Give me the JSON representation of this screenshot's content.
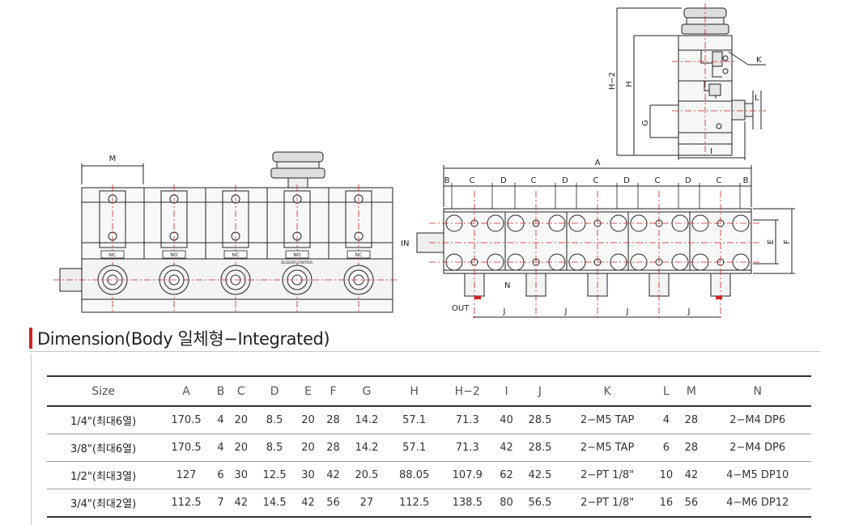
{
  "section": {
    "title": "Dimension(Body 일체형−Integrated)"
  },
  "table": {
    "headers": [
      "Size",
      "A",
      "B",
      "C",
      "D",
      "E",
      "F",
      "G",
      "H",
      "H−2",
      "I",
      "J",
      "K",
      "L",
      "M",
      "N"
    ],
    "rows": [
      [
        "1/4\"(최대6열)",
        "170.5",
        "4",
        "20",
        "8.5",
        "20",
        "28",
        "14.2",
        "57.1",
        "71.3",
        "40",
        "28.5",
        "2−M5 TAP",
        "4",
        "28",
        "2−M4 DP6"
      ],
      [
        "3/8\"(최대6열)",
        "170.5",
        "4",
        "20",
        "8.5",
        "20",
        "28",
        "14.2",
        "57.1",
        "71.3",
        "42",
        "28.5",
        "2−M5 TAP",
        "6",
        "28",
        "2−M4 DP6"
      ],
      [
        "1/2\"(최대3열)",
        "127",
        "6",
        "30",
        "12.5",
        "30",
        "42",
        "20.5",
        "88.05",
        "107.9",
        "62",
        "42.5",
        "2−PT 1/8\"",
        "10",
        "42",
        "4−M5 DP10"
      ],
      [
        "3/4\"(최대2열)",
        "112.5",
        "7",
        "42",
        "14.5",
        "42",
        "56",
        "27",
        "112.5",
        "138.5",
        "80",
        "56.5",
        "2−PT 1/8\"",
        "16",
        "56",
        "4−M6 DP12"
      ]
    ]
  },
  "drawings": {
    "side_view": {
      "labels": {
        "h2": "H−2",
        "h": "H",
        "g": "G",
        "k": "K",
        "l": "L",
        "i": "I"
      }
    },
    "front_view": {
      "labels": {
        "m": "M"
      },
      "valve_tags": [
        "NC",
        "NO",
        "NC",
        "NO",
        "NC"
      ],
      "valve_subtags": [
        "",
        "",
        "",
        "BLEEDER CONTROL",
        ""
      ]
    },
    "top_view": {
      "labels": {
        "a": "A",
        "e": "E",
        "f": "F",
        "in": "IN",
        "out": "OUT",
        "n": "N"
      },
      "pitch_labels": [
        "B",
        "C",
        "D",
        "C",
        "D",
        "C",
        "D",
        "C",
        "D",
        "C",
        "B"
      ],
      "j_labels": [
        "J",
        "J",
        "J",
        "J"
      ]
    }
  }
}
